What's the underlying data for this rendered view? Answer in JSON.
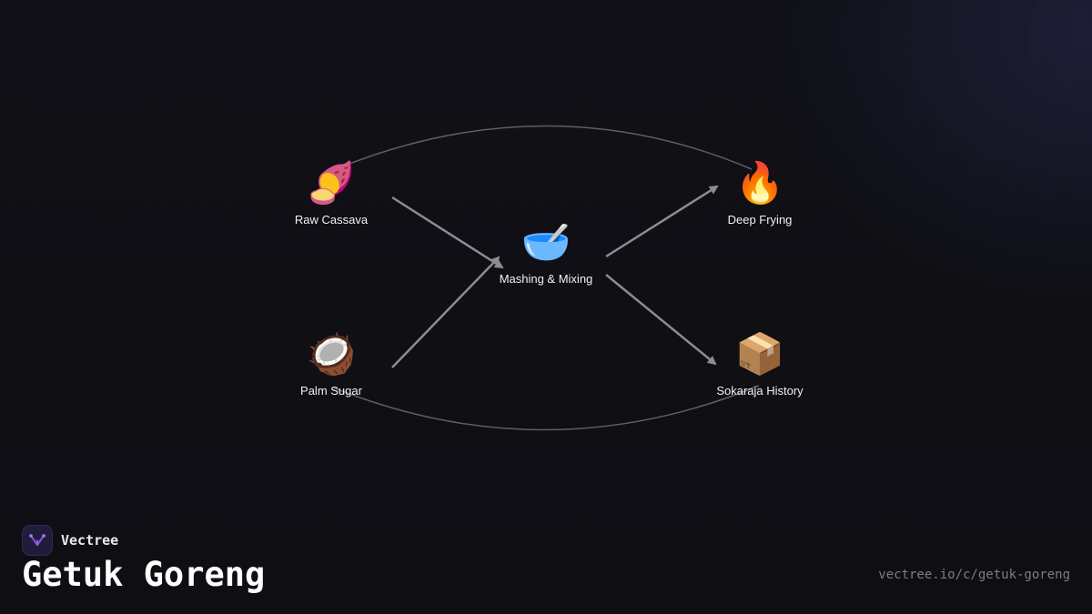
{
  "diagram": {
    "nodes": [
      {
        "id": "raw-cassava",
        "emoji": "🍠",
        "label": "Raw Cassava"
      },
      {
        "id": "palm-sugar",
        "emoji": "🥥",
        "label": "Palm Sugar"
      },
      {
        "id": "mashing-mixing",
        "emoji": "🥣",
        "label": "Mashing & Mixing"
      },
      {
        "id": "deep-frying",
        "emoji": "🔥",
        "label": "Deep Frying"
      },
      {
        "id": "sokaraja-history",
        "emoji": "📦",
        "label": "Sokaraja History"
      }
    ],
    "edges": [
      {
        "from": "raw-cassava",
        "to": "mashing-mixing",
        "style": "arrow"
      },
      {
        "from": "palm-sugar",
        "to": "mashing-mixing",
        "style": "arrow"
      },
      {
        "from": "mashing-mixing",
        "to": "deep-frying",
        "style": "arrow"
      },
      {
        "from": "mashing-mixing",
        "to": "sokaraja-history",
        "style": "arrow"
      },
      {
        "from": "raw-cassava",
        "to": "deep-frying",
        "style": "curve"
      },
      {
        "from": "palm-sugar",
        "to": "sokaraja-history",
        "style": "curve"
      }
    ],
    "colors": {
      "arrow": "#8c8c92",
      "curve": "#5e5e66"
    }
  },
  "brand": {
    "name": "Vectree",
    "logo_icon": "vectree-logo-icon",
    "logo_color": "#8b4fd8"
  },
  "page": {
    "title": "Getuk Goreng",
    "url": "vectree.io/c/getuk-goreng"
  }
}
